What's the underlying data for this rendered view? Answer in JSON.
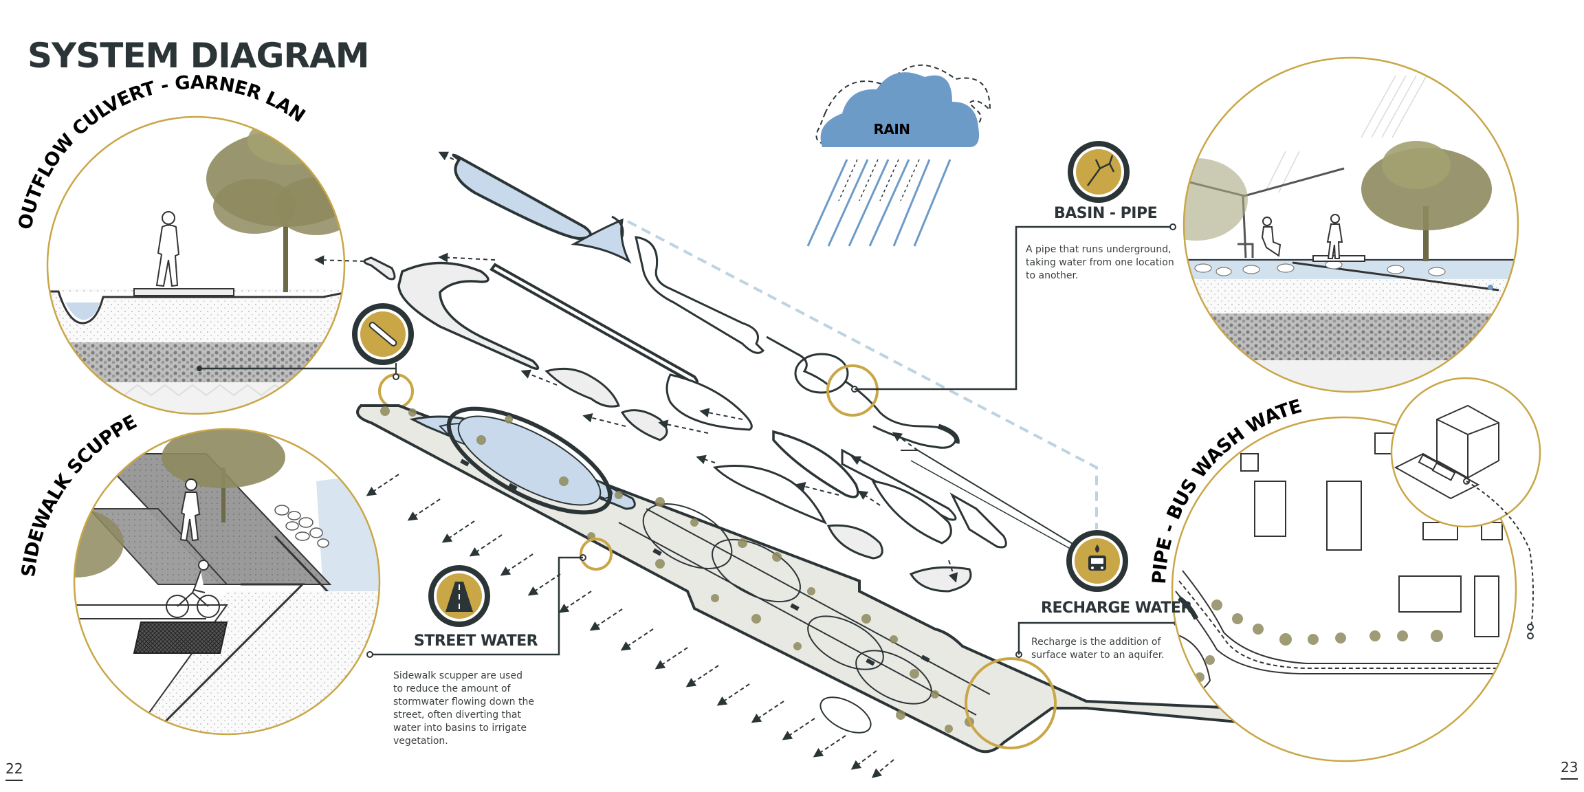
{
  "page": {
    "title": "SYSTEM DIAGRAM",
    "page_left": "22",
    "page_right": "23"
  },
  "vignettes": {
    "outflow": "OUTFLOW CULVERT - GARNER LANE",
    "sidewalk": "SIDEWALK SCUPPER",
    "pipe_bus": "PIPE - BUS WASH WATER"
  },
  "rain": {
    "label": "RAIN"
  },
  "callouts": {
    "basin_pipe": {
      "title": "BASIN - PIPE",
      "lines": [
        "A pipe that runs underground,",
        "taking water from one location",
        "to another."
      ]
    },
    "recharge": {
      "title": "RECHARGE WATER",
      "lines": [
        "Recharge is the addition of",
        "surface water to an aquifer."
      ]
    },
    "street": {
      "title": "STREET WATER",
      "lines": [
        "Sidewalk scupper  are used",
        "to reduce the amount of",
        "stormwater flowing down the",
        "street, often diverting that",
        "water into basins to irrigate",
        "vegetation."
      ]
    }
  },
  "icons": {
    "pipe": "pipe-icon",
    "basin": "cracked-basin-icon",
    "bus": "bus-icon",
    "street": "road-icon"
  },
  "colors": {
    "gold": "#c9a646",
    "dark": "#2b3436",
    "water": "#c7d9ea",
    "rain": "#6d9bc8",
    "tree": "#8e8a5e"
  }
}
